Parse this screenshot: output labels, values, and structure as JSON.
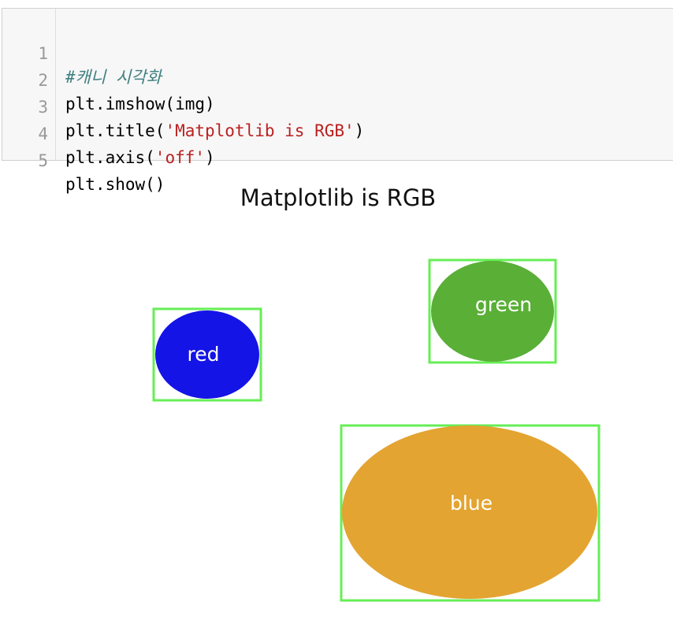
{
  "code_cell": {
    "lines": [
      {
        "number": "1",
        "comment": "#캐니 시각화"
      },
      {
        "number": "2",
        "text": "plt.imshow(img)"
      },
      {
        "number": "3",
        "prefix": "plt.title(",
        "string": "'Matplotlib is RGB'",
        "suffix": ")"
      },
      {
        "number": "4",
        "prefix": "plt.axis(",
        "string": "'off'",
        "suffix": ")"
      },
      {
        "number": "5",
        "text": "plt.show()"
      }
    ]
  },
  "figure": {
    "title": "Matplotlib is RGB",
    "shapes": [
      {
        "label": "red",
        "fill": "#1414e6"
      },
      {
        "label": "green",
        "fill": "#5aaf37"
      },
      {
        "label": "blue",
        "fill": "#e3a431"
      }
    ],
    "box_color": "#66ee55",
    "label_color": "#ffffff"
  }
}
